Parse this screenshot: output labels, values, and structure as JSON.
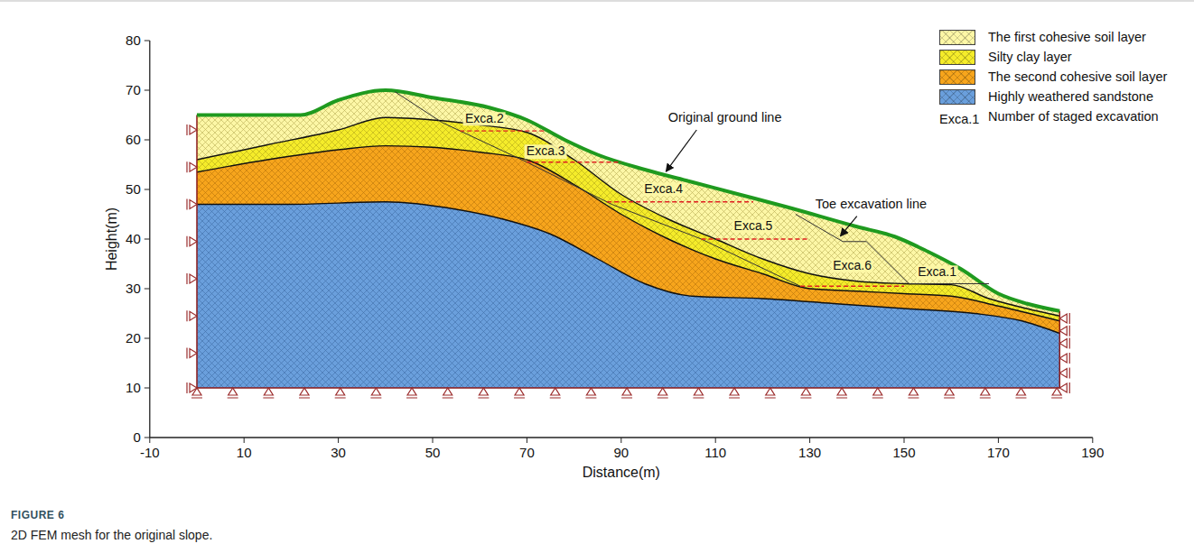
{
  "diagram": {
    "caption": "2D FEM mesh for the original slope.",
    "labels": [
      "80",
      "70",
      "60",
      "50",
      "40",
      "30",
      "20",
      "10",
      "0",
      "-10",
      "10",
      "30",
      "50",
      "70",
      "90",
      "110",
      "130",
      "150",
      "170",
      "190",
      "Height(m)",
      "Distance(m)",
      "Exca.2",
      "Exca.3",
      "Exca.4",
      "Exca.5",
      "Exca.6",
      "Exca.1",
      "Original ground line",
      "Toe excavation line",
      "Exca.1",
      "FIGURE 6"
    ],
    "legend": [
      {
        "text": "The first cohesive soil layer",
        "color": "#fdf7a6"
      },
      {
        "text": "Silty clay layer",
        "color": "#f5ec2a"
      },
      {
        "text": "The second cohesive soil layer",
        "color": "#f7a51c"
      },
      {
        "text": "Highly weathered sandstone",
        "color": "#6a9fdc"
      },
      {
        "text": "Number of staged excavation"
      }
    ]
  }
}
